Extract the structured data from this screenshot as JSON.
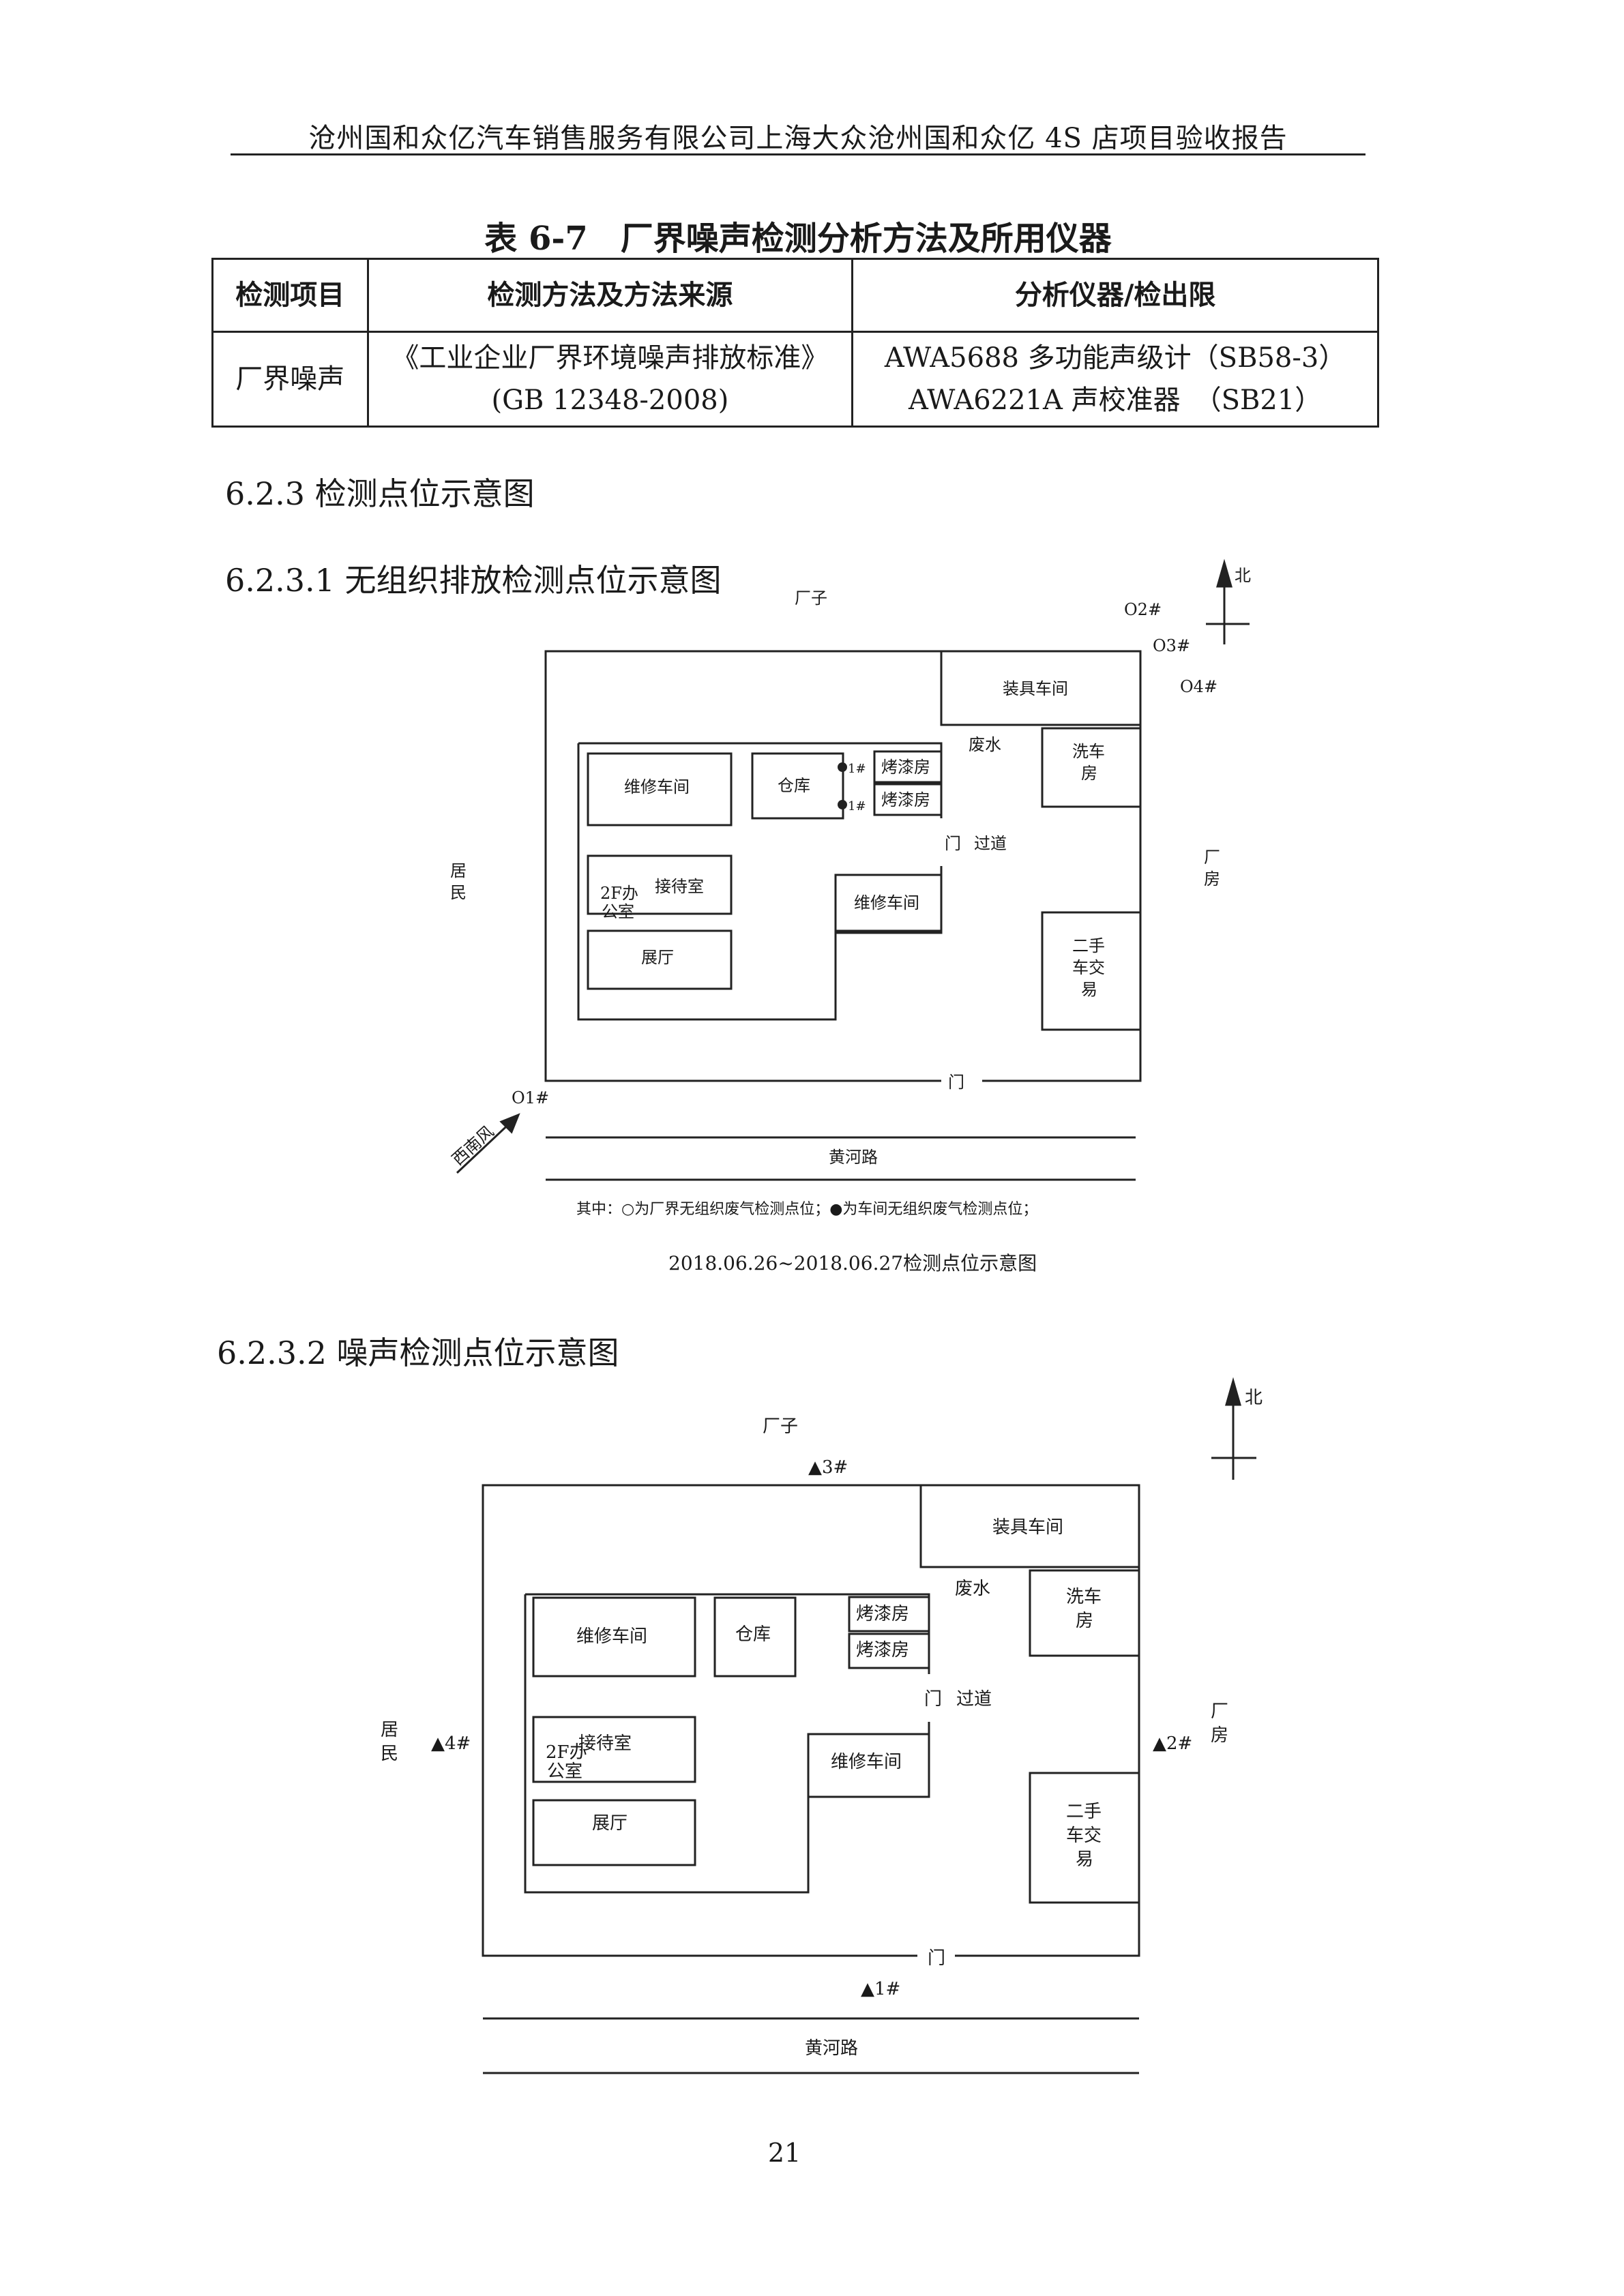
{
  "header": {
    "title": "沧州国和众亿汽车销售服务有限公司上海大众沧州国和众亿 4S 店项目验收报告"
  },
  "table": {
    "title": "表 6-7　厂界噪声检测分析方法及所用仪器",
    "headers": [
      "检测项目",
      "检测方法及方法来源",
      "分析仪器/检出限"
    ],
    "row": {
      "item": "厂界噪声",
      "method_line1": "《工业企业厂界环境噪声排放标准》",
      "method_line2": "(GB 12348-2008)",
      "instrument_line1": "AWA5688 多功能声级计（SB58-3）",
      "instrument_line2": "AWA6221A 声校准器　（SB21）"
    }
  },
  "sections": {
    "s623": "6.2.3 检测点位示意图",
    "s6231": "6.2.3.1 无组织排放检测点位示意图",
    "s6232": "6.2.3.2 噪声检测点位示意图"
  },
  "diagram1": {
    "north": "北",
    "top_neighbor": "厂子",
    "left_neighbor": "居民",
    "right_neighbor": "厂房",
    "points": {
      "p1": "O1#",
      "p2": "O2#",
      "p3": "O3#",
      "p4": "O4#"
    },
    "workshop_point": "●1#",
    "rooms": {
      "assembly": "装具车间",
      "wastewater": "废水",
      "carwash": "洗车房",
      "repair": "维修车间",
      "warehouse": "仓库",
      "paint": "烤漆房",
      "door": "门",
      "corridor": "过道",
      "reception": "接待室",
      "office_2f_a": "2F办",
      "office_2f_b": "公室",
      "showroom": "展厅",
      "used_car": "二手车交易"
    },
    "wind": "西南风",
    "road": "黄河路",
    "legend": "其中：○为厂界无组织废气检测点位；●为车间无组织废气检测点位；",
    "caption": "2018.06.26~2018.06.27检测点位示意图"
  },
  "diagram2": {
    "north": "北",
    "top_neighbor": "厂子",
    "left_neighbor": "居民",
    "right_neighbor": "厂房",
    "points": {
      "p1": "▲1#",
      "p2": "▲2#",
      "p3": "▲3#",
      "p4": "▲4#"
    },
    "rooms": {
      "assembly": "装具车间",
      "wastewater": "废水",
      "carwash": "洗车房",
      "repair": "维修车间",
      "warehouse": "仓库",
      "paint": "烤漆房",
      "door": "门",
      "corridor": "过道",
      "reception": "接待室",
      "office_2f_a": "2F办",
      "office_2f_b": "公室",
      "showroom": "展厅",
      "used_car": "二手车交易"
    },
    "road": "黄河路"
  },
  "page_number": "21"
}
